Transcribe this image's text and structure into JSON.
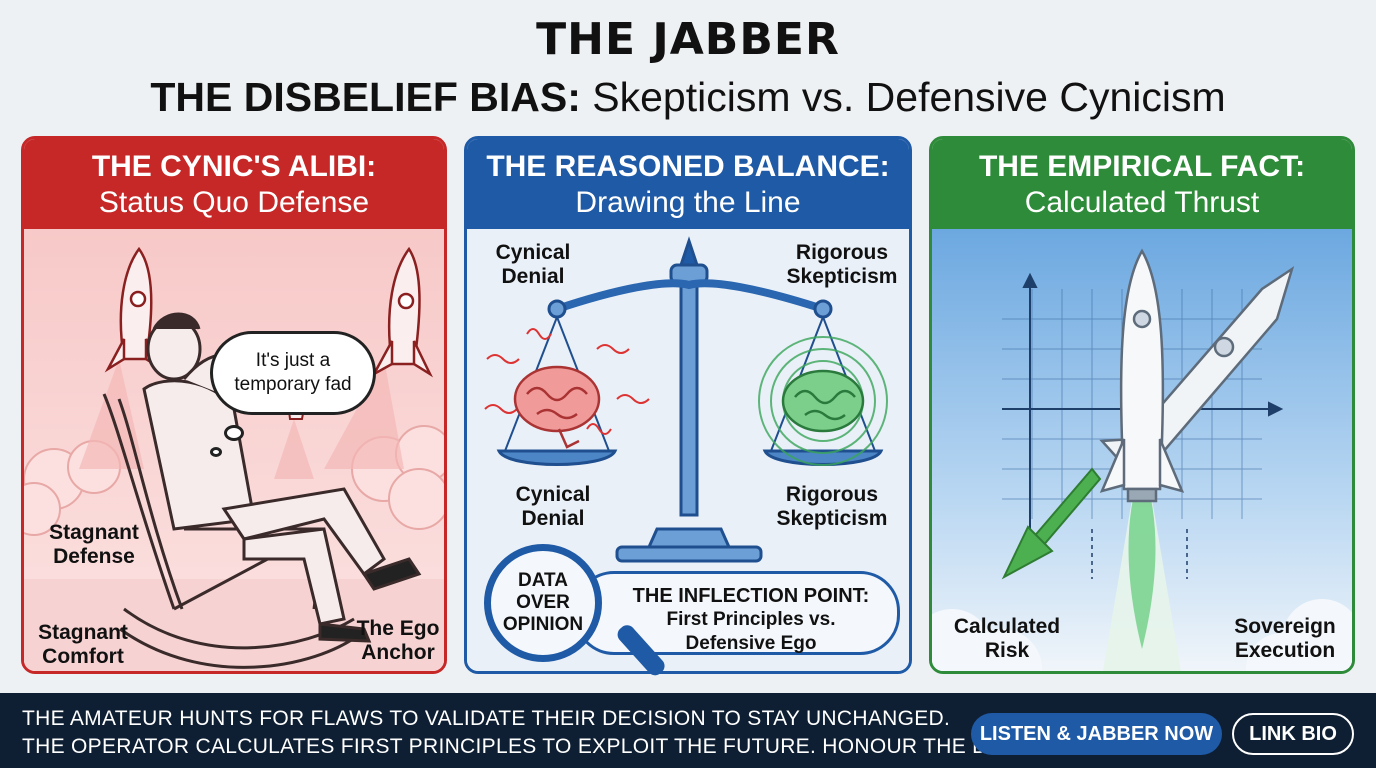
{
  "brand": "THE JABBER",
  "headline": {
    "strong": "THE DISBELIEF BIAS:",
    "rest": " Skepticism vs. Defensive Cynicism"
  },
  "panels": {
    "cynic": {
      "title": "THE CYNIC'S ALIBI:",
      "subtitle": "Status Quo Defense",
      "bubble_line1": "It's just a",
      "bubble_line2": "temporary fad",
      "label_defense": [
        "Stagnant",
        "Defense"
      ],
      "label_comfort": [
        "Stagnant",
        "Comfort"
      ],
      "label_ego": [
        "The Ego",
        "Anchor"
      ],
      "color": "#c62828"
    },
    "balance": {
      "title": "THE REASONED BALANCE:",
      "subtitle": "Drawing the Line",
      "top_left": [
        "Cynical",
        "Denial"
      ],
      "top_right": [
        "Rigorous",
        "Skepticism"
      ],
      "bottom_left": [
        "Cynical",
        "Denial"
      ],
      "bottom_right": [
        "Rigorous",
        "Skepticism"
      ],
      "lens": [
        "DATA",
        "OVER",
        "OPINION"
      ],
      "inflection_title": "THE INFLECTION POINT:",
      "inflection_line1": "First Principles vs.",
      "inflection_line2": "Defensive Ego",
      "color": "#1f5aa6"
    },
    "fact": {
      "title": "THE EMPIRICAL FACT:",
      "subtitle": "Calculated Thrust",
      "label_risk": [
        "Calculated",
        "Risk"
      ],
      "label_exec": [
        "Sovereign",
        "Execution"
      ],
      "color": "#2e8b3a"
    }
  },
  "footer": {
    "line1": "THE AMATEUR HUNTS FOR FLAWS TO VALIDATE THEIR DECISION TO STAY UNCHANGED.",
    "line2": "THE OPERATOR CALCULATES FIRST PRINCIPLES TO EXPLOIT THE FUTURE. HONOUR THE DATA.",
    "cta_primary": "LISTEN & JABBER NOW",
    "cta_secondary": "LINK BIO"
  }
}
